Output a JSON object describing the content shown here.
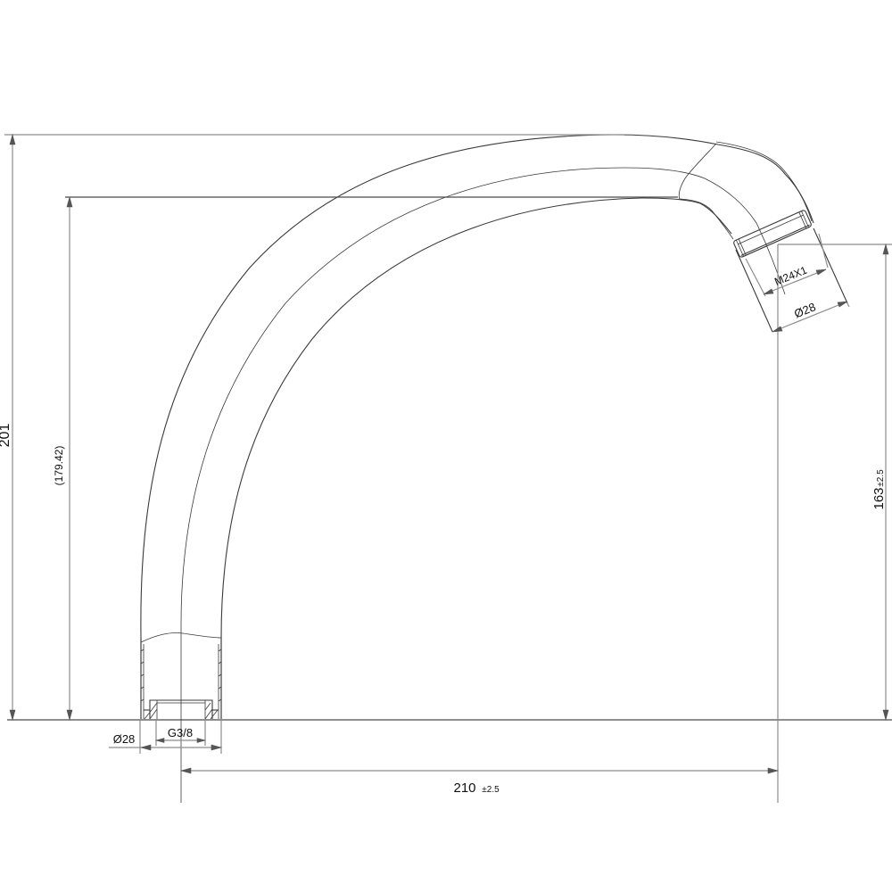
{
  "drawing": {
    "subject": "faucet spout",
    "units": "mm",
    "background_color": "#ffffff",
    "line_color": "#3a3a3a",
    "dimension_line_color": "#8c8c8c"
  },
  "dimensions": {
    "overall_height": {
      "value": "201",
      "tolerance": ""
    },
    "reference_height": {
      "value": "(179.42)",
      "tolerance": ""
    },
    "outlet_height": {
      "value": "163",
      "tolerance": "±2.5"
    },
    "reach": {
      "value": "210",
      "tolerance": "±2.5"
    },
    "inlet_diameter": {
      "value": "Ø28"
    },
    "inlet_thread": {
      "value": "G3/8"
    },
    "outlet_thread": {
      "value": "M24X1"
    },
    "outlet_diameter": {
      "value": "Ø28"
    }
  }
}
